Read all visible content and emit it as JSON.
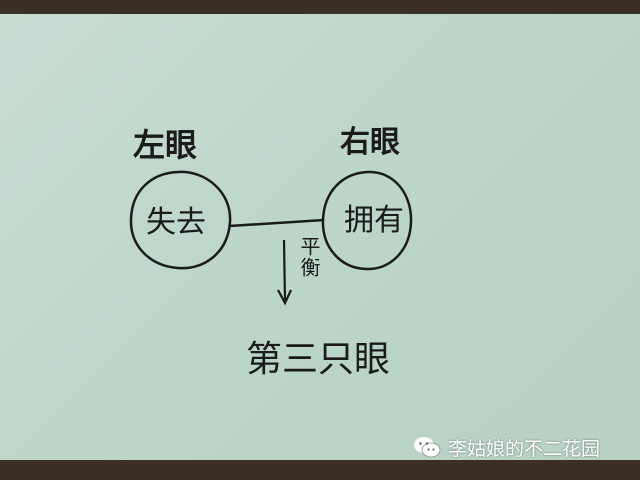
{
  "photo": {
    "left_eye_label": "左眼",
    "right_eye_label": "右眼",
    "left_circle_text": "失去",
    "right_circle_text": "拥有",
    "balance_text": "平衡",
    "bottom_text": "第三只眼",
    "paper_color": "#c8ddd3",
    "ink_color": "#1b1b1b"
  },
  "watermark": {
    "text": "李姑娘的不二花园",
    "icon": "wechat-icon"
  }
}
